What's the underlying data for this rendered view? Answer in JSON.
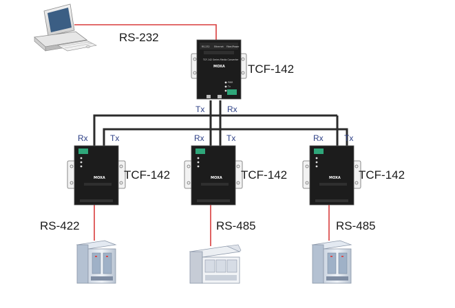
{
  "top": {
    "link_label": "RS-232",
    "device_label": "TCF-142",
    "tx_label": "Tx",
    "rx_label": "Rx",
    "port_labels": [
      "RS-232",
      "Ethernet",
      "Fiber/Power"
    ],
    "brand": "MOXA",
    "model_caption": "TCF-142 Series Media Converter",
    "led_labels": [
      "PWR",
      "Tx",
      "Rx"
    ]
  },
  "nodes": [
    {
      "device_label": "TCF-142",
      "link_label": "RS-422",
      "rx_label": "Rx",
      "tx_label": "Tx",
      "equipment": "cabinet"
    },
    {
      "device_label": "TCF-142",
      "link_label": "RS-485",
      "rx_label": "Rx",
      "tx_label": "Tx",
      "equipment": "control-panel"
    },
    {
      "device_label": "TCF-142",
      "link_label": "RS-485",
      "rx_label": "Rx",
      "tx_label": "Tx",
      "equipment": "cabinet"
    }
  ],
  "colors": {
    "serial_cable": "#d83a3a",
    "fiber_cable": "#2b2b2b",
    "device_body": "#1c1c1c",
    "tx_rx_text": "#2c3f85"
  }
}
